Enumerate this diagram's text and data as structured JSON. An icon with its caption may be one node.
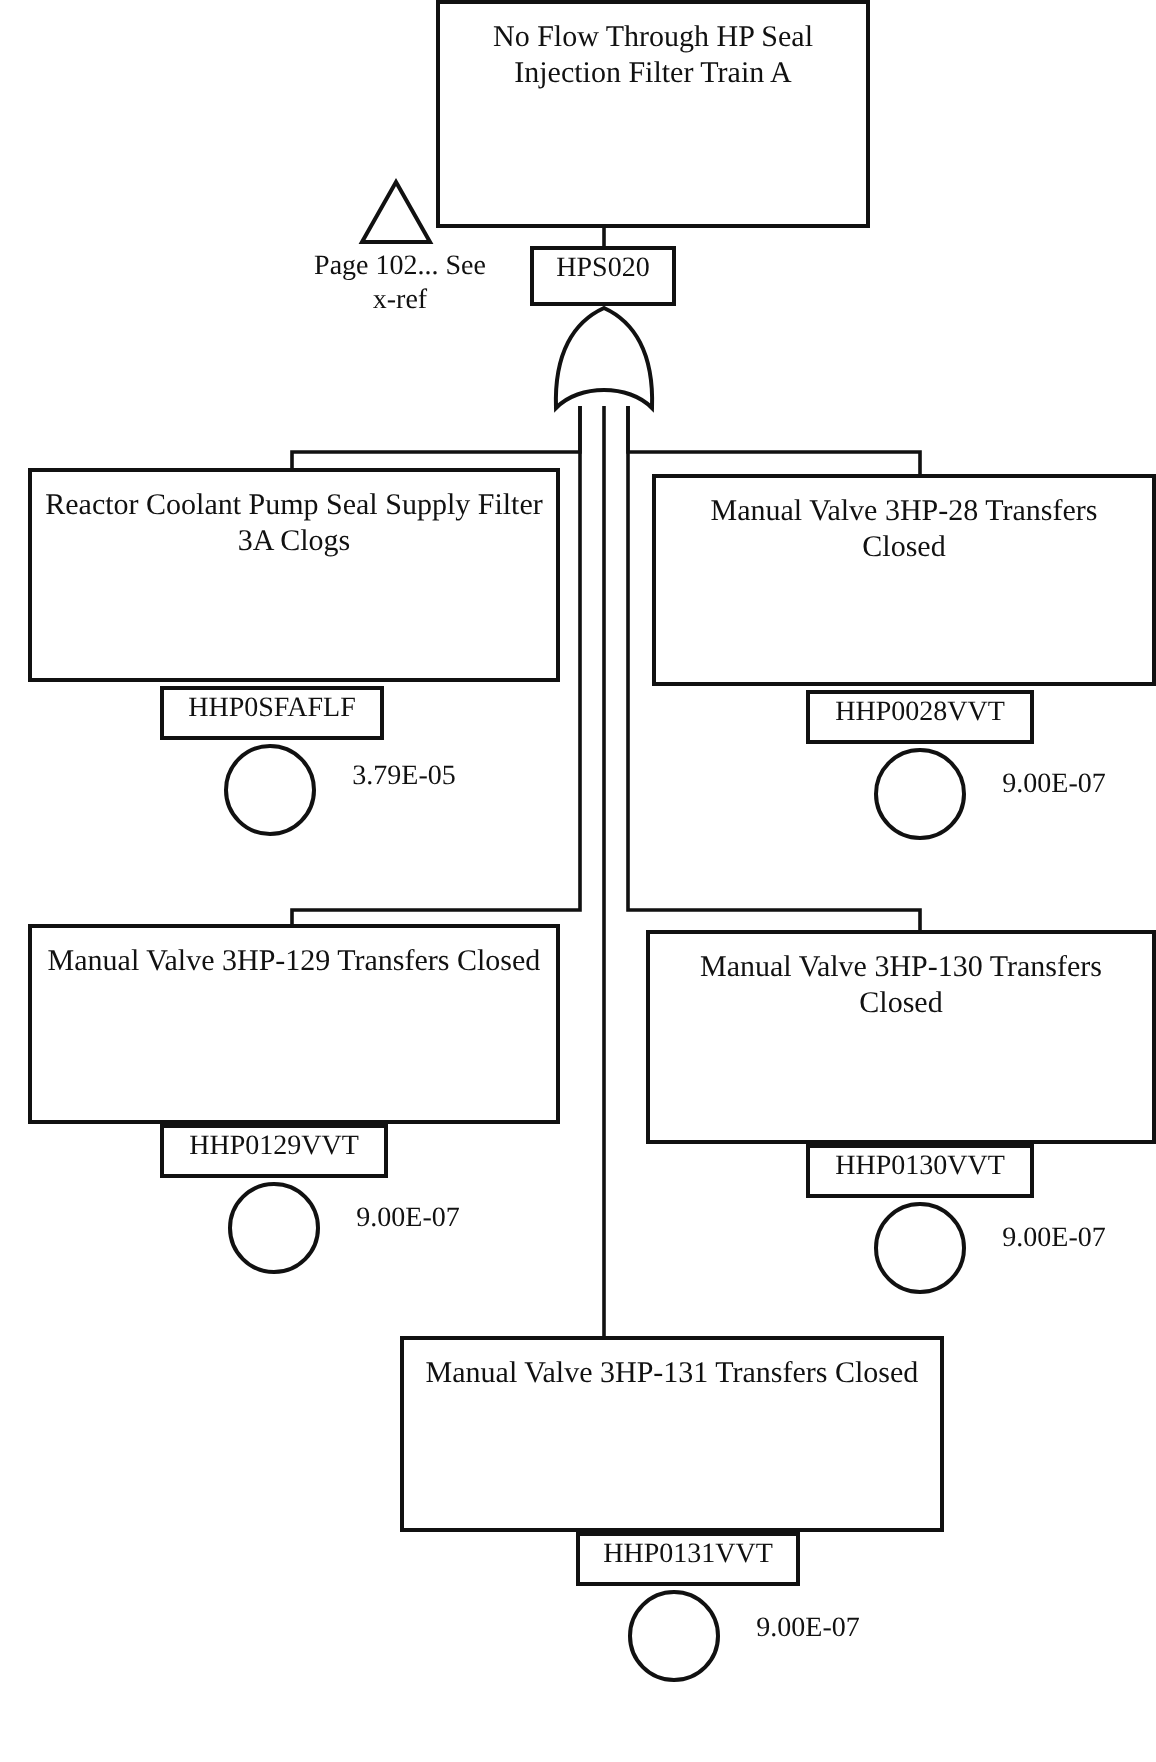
{
  "diagram": {
    "nodes": [
      {
        "text": [
          "No Flow Through HP Seal Injection Filter Train A"
        ]
      },
      {
        "text": [
          "HPS020"
        ]
      },
      {
        "text": [],
        "shape": "triangle",
        "beside": [
          "Page 102... See x-ref"
        ]
      },
      {
        "text": [],
        "shape": "gate"
      },
      {
        "text": [
          "Reactor Coolant Pump Seal Supply Filter 3A Clogs"
        ]
      },
      {
        "text": [
          "HHP0SFAFLF"
        ]
      },
      {
        "text": [],
        "shape": "circle",
        "beside": [
          "3.79E-05"
        ]
      },
      {
        "text": [
          "Manual Valve 3HP-28 Transfers Closed"
        ]
      },
      {
        "text": [
          "HHP0028VVT"
        ]
      },
      {
        "text": [],
        "shape": "circle",
        "beside": [
          "9.00E-07"
        ]
      },
      {
        "text": [
          "Manual Valve 3HP-129 Transfers Closed"
        ]
      },
      {
        "text": [
          "HHP0129VVT"
        ]
      },
      {
        "text": [],
        "shape": "circle",
        "beside": [
          "9.00E-07"
        ]
      },
      {
        "text": [
          "Manual Valve 3HP-130 Transfers Closed"
        ]
      },
      {
        "text": [
          "HHP0130VVT"
        ]
      },
      {
        "text": [],
        "shape": "circle",
        "beside": [
          "9.00E-07"
        ]
      },
      {
        "text": [
          "Manual Valve 3HP-131 Transfers Closed"
        ]
      },
      {
        "text": [
          "HHP0131VVT"
        ]
      },
      {
        "text": [],
        "shape": "circle",
        "beside": [
          "9.00E-07"
        ]
      }
    ],
    "edges": [
      {
        "from": 0,
        "to": 1,
        "arrow": "none"
      },
      {
        "from": 3,
        "to": 4,
        "arrow": "none"
      },
      {
        "from": 3,
        "to": 7,
        "arrow": "none"
      },
      {
        "from": 3,
        "to": 10,
        "arrow": "none"
      },
      {
        "from": 3,
        "to": 13,
        "arrow": "none"
      },
      {
        "from": 3,
        "to": 16,
        "arrow": "none"
      }
    ]
  }
}
